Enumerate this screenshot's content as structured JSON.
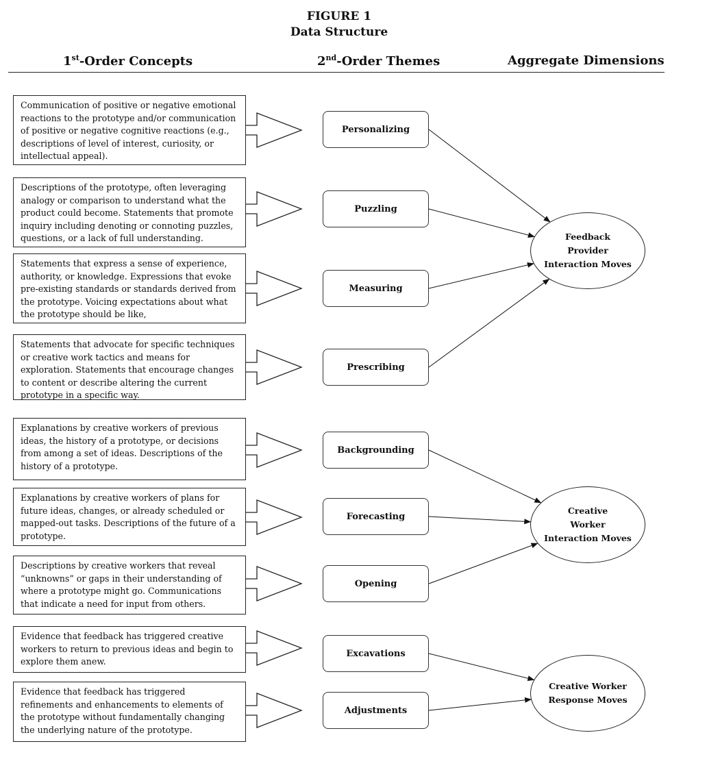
{
  "figure": {
    "number": "FIGURE 1",
    "title": "Data Structure"
  },
  "columns": {
    "first": {
      "base": "1",
      "sup": "st",
      "rest": "-Order Concepts"
    },
    "second": {
      "base": "2",
      "sup": "nd",
      "rest": "-Order Themes"
    },
    "third": {
      "label": "Aggregate Dimensions"
    }
  },
  "concepts": [
    "Communication of positive or negative emotional reactions to the prototype and/or communication of positive or negative cognitive reactions (e.g., descriptions of level of interest, curiosity, or intellectual appeal).",
    "Descriptions of the prototype, often leveraging analogy or comparison to understand what the product could become. Statements that promote inquiry including denoting or connoting puzzles, questions, or a lack of full understanding.",
    "Statements that express a sense of experience, authority, or knowledge. Expressions that evoke pre-existing standards or standards derived from the prototype. Voicing expectations about what the prototype should be like,",
    "Statements that advocate for specific techniques or creative work tactics and means for exploration. Statements that encourage changes to content or describe altering the current prototype in a specific way.",
    "Explanations by creative workers of previous ideas, the history of a prototype, or decisions from among a set of ideas. Descriptions of the history of a prototype.",
    "Explanations by creative workers of plans for future ideas, changes, or already scheduled or mapped-out tasks. Descriptions of the future of a prototype.",
    "Descriptions by creative workers that reveal “unknowns” or gaps in their understanding of where a prototype might go. Communications that indicate a need for input from others.",
    "Evidence that feedback has triggered creative workers to return to previous ideas and begin to explore them anew.",
    "Evidence that feedback has triggered refinements and enhancements to elements of the prototype without fundamentally changing the underlying nature of the prototype."
  ],
  "themes": [
    "Personalizing",
    "Puzzling",
    "Measuring",
    "Prescribing",
    "Backgrounding",
    "Forecasting",
    "Opening",
    "Excavations",
    "Adjustments"
  ],
  "dimensions": [
    {
      "lines": [
        "Feedback",
        "Provider",
        "Interaction Moves"
      ]
    },
    {
      "lines": [
        "Creative",
        "Worker",
        "Interaction Moves"
      ]
    },
    {
      "lines": [
        "Creative Worker",
        "Response Moves"
      ]
    }
  ],
  "links": [
    {
      "from": "Personalizing",
      "to": "Feedback Provider Interaction Moves"
    },
    {
      "from": "Puzzling",
      "to": "Feedback Provider Interaction Moves"
    },
    {
      "from": "Measuring",
      "to": "Feedback Provider Interaction Moves"
    },
    {
      "from": "Prescribing",
      "to": "Feedback Provider Interaction Moves"
    },
    {
      "from": "Backgrounding",
      "to": "Creative Worker Interaction Moves"
    },
    {
      "from": "Forecasting",
      "to": "Creative Worker Interaction Moves"
    },
    {
      "from": "Opening",
      "to": "Creative Worker Interaction Moves"
    },
    {
      "from": "Excavations",
      "to": "Creative Worker Response Moves"
    },
    {
      "from": "Adjustments",
      "to": "Creative Worker Response Moves"
    }
  ]
}
